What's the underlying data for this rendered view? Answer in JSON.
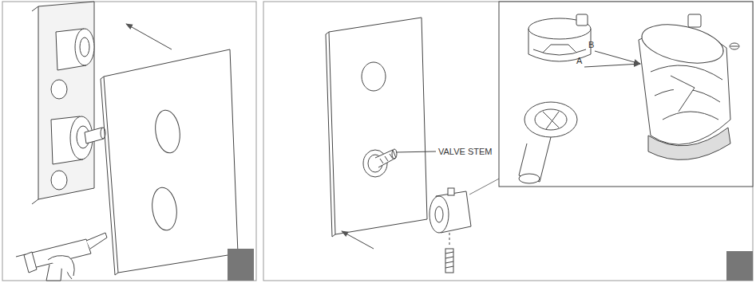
{
  "diagram": {
    "labels": [
      "B",
      "A",
      "VALVE STEM"
    ]
  }
}
